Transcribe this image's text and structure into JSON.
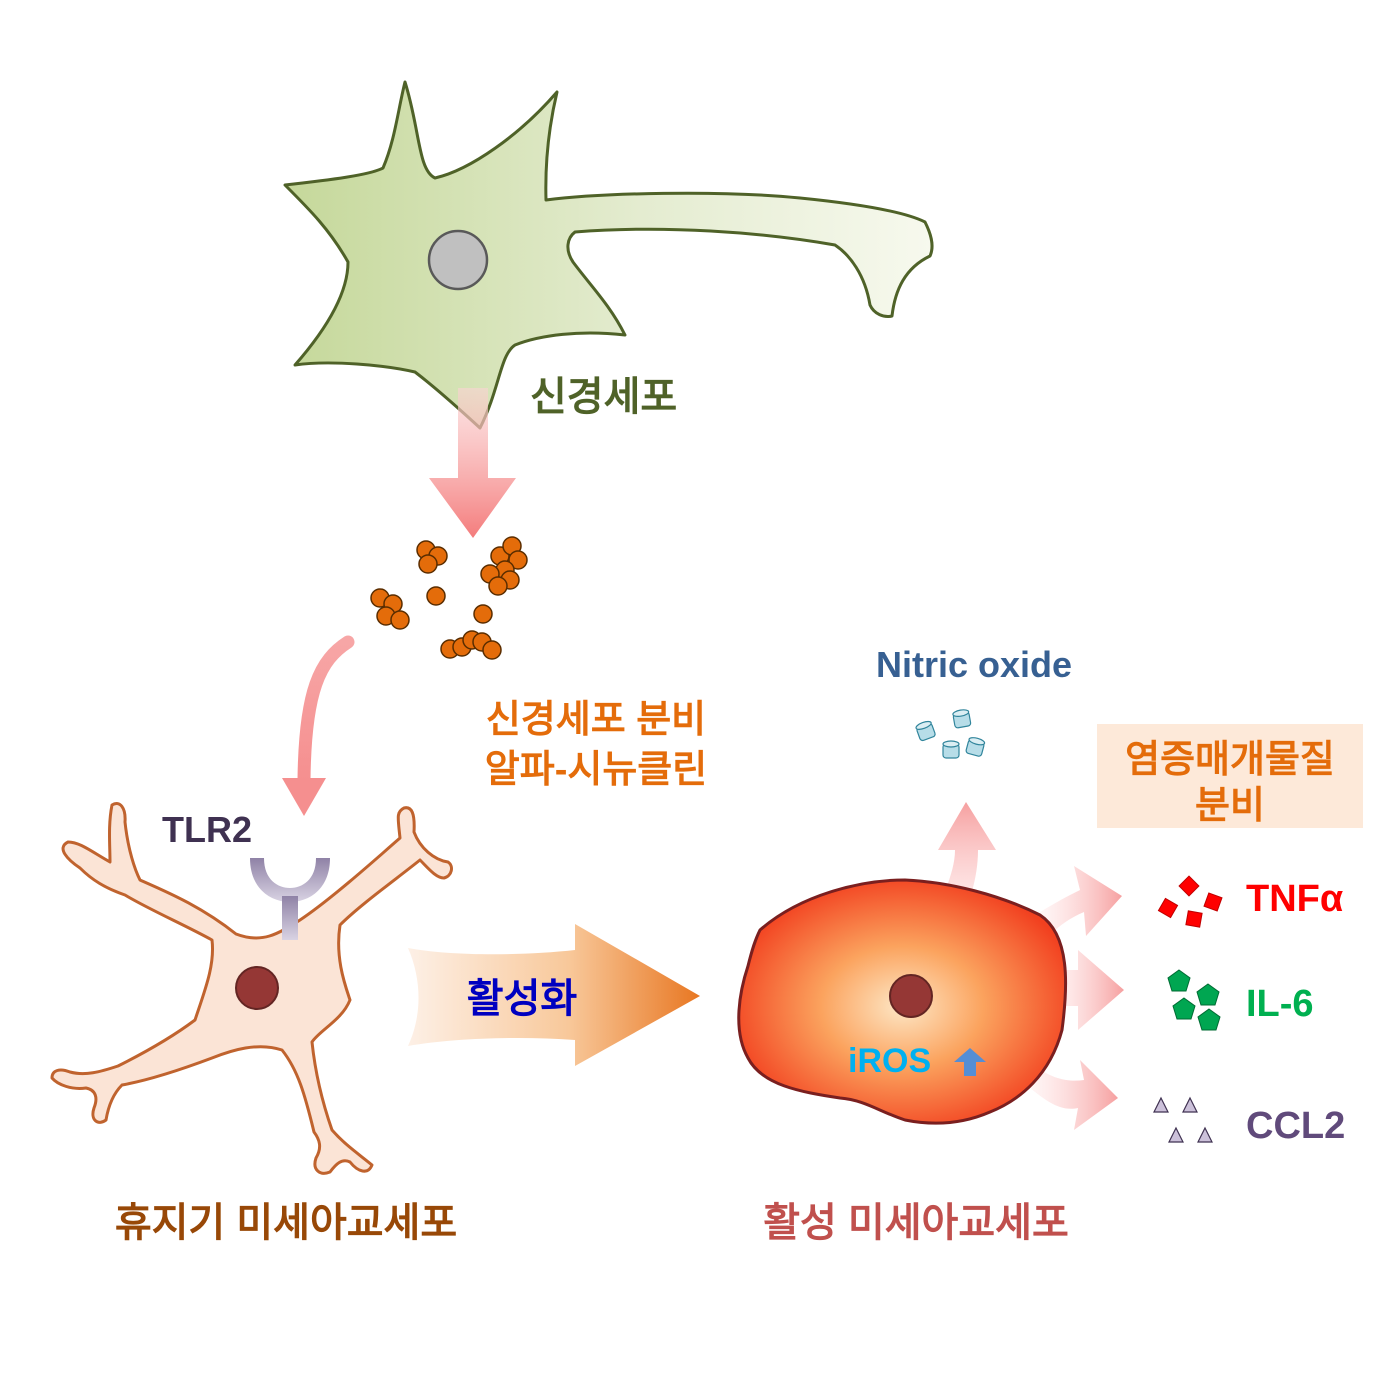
{
  "labels": {
    "neuron": "신경세포",
    "secreted_line1": "신경세포 분비",
    "secreted_line2": "알파-시뉴클린",
    "tlr2": "TLR2",
    "activation": "활성화",
    "resting_microglia": "휴지기 미세아교세포",
    "active_microglia": "활성 미세아교세포",
    "nitric_oxide": "Nitric oxide",
    "mediators_line1": "염증매개물질",
    "mediators_line2": "분비",
    "tnf": "TNFα",
    "il6": "IL-6",
    "ccl2": "CCL2",
    "iros": "iROS"
  },
  "colors": {
    "neuron_text": "#4f6228",
    "secreted_text": "#e46c0a",
    "tlr2_text": "#3f3151",
    "activation_text": "#0000c0",
    "resting_text": "#984807",
    "active_text": "#c0504d",
    "nitric_text": "#376092",
    "mediators_text": "#e46c0a",
    "mediators_bg": "#fde9d9",
    "tnf_text": "#ff0000",
    "il6_text": "#00b050",
    "ccl2_text": "#604a7b",
    "iros_text": "#00b0f0"
  }
}
